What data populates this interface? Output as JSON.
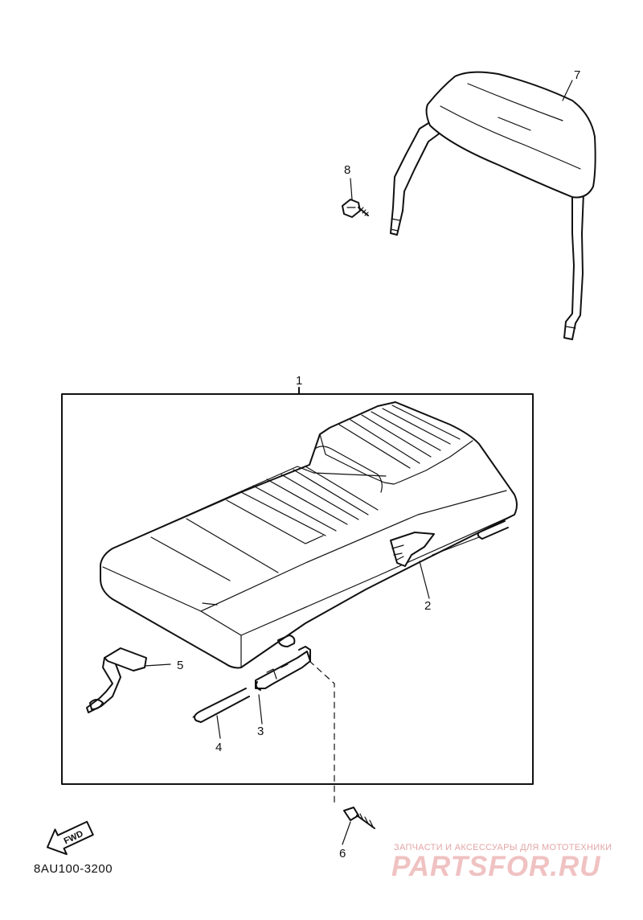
{
  "diagram": {
    "callouts": {
      "p1": "1",
      "p2": "2",
      "p3": "3",
      "p4": "4",
      "p5": "5",
      "p6": "6",
      "p7": "7",
      "p8": "8"
    },
    "fwd_label": "FWD",
    "code": "8AU100-3200"
  },
  "watermark": {
    "tagline": "ЗАПЧАСТИ И АКСЕССУАРЫ ДЛЯ МОТОТЕХНИКИ",
    "brand": "PARTSFOR.RU",
    "color": "#e8a0a0"
  }
}
